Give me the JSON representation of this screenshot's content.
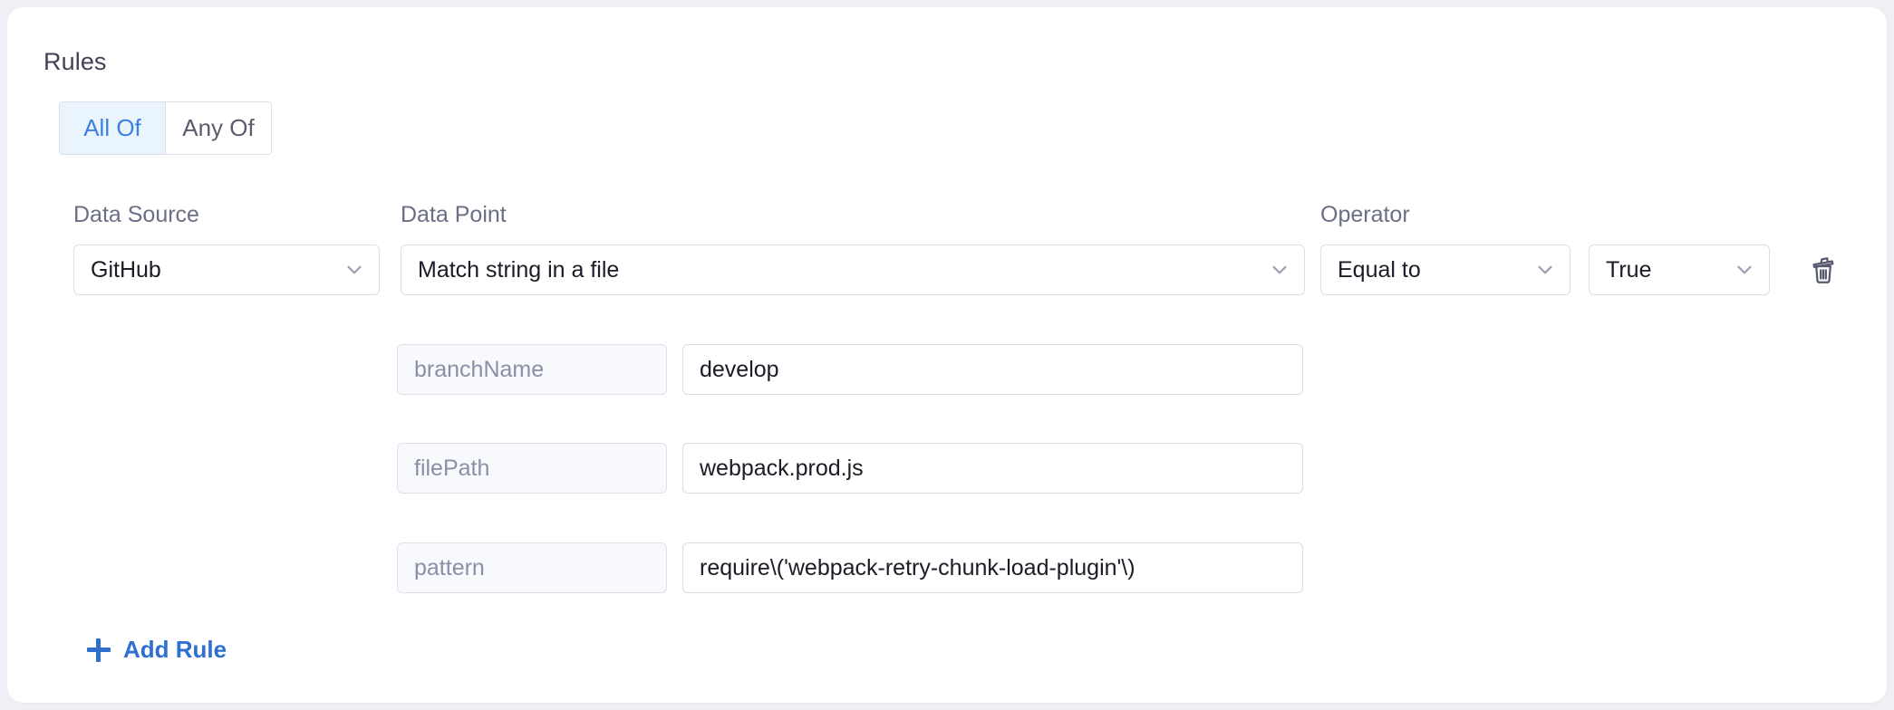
{
  "section": {
    "title": "Rules"
  },
  "match_mode": {
    "options": [
      {
        "label": "All Of",
        "active": true
      },
      {
        "label": "Any Of",
        "active": false
      }
    ]
  },
  "labels": {
    "data_source": "Data Source",
    "data_point": "Data Point",
    "operator": "Operator"
  },
  "rule": {
    "data_source": "GitHub",
    "data_point": "Match string in a file",
    "operator": "Equal to",
    "boolean_value": "True",
    "parameters": [
      {
        "key": "branchName",
        "value": "develop"
      },
      {
        "key": "filePath",
        "value": "webpack.prod.js"
      },
      {
        "key": "pattern",
        "value": "require\\('webpack-retry-chunk-load-plugin'\\)"
      }
    ]
  },
  "actions": {
    "add_rule": "Add Rule",
    "delete_icon": "trash-icon",
    "plus_icon": "plus-icon",
    "chevron_icon": "chevron-down-icon"
  },
  "colors": {
    "accent": "#2f6fd0",
    "tab_active_bg": "#eaf4fd",
    "tab_active_text": "#3b82e0",
    "label": "#6b6f85",
    "border": "#dcdde7",
    "key_bg": "#f8f9fc",
    "page_bg": "#eef0f5",
    "card_bg": "#ffffff"
  }
}
